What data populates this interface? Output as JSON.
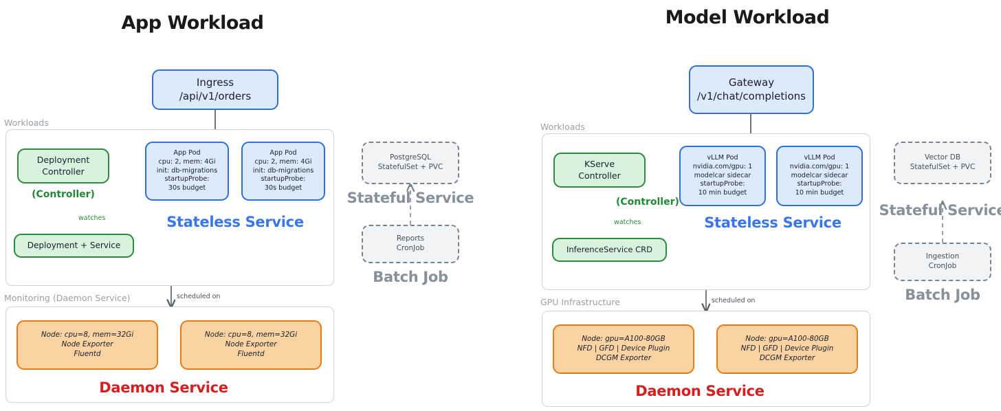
{
  "panels": [
    {
      "id": "app",
      "title": "App Workload",
      "entry": {
        "label": "Ingress\n/api/v1/orders"
      },
      "workloads_label": "Workloads",
      "controller": {
        "label": "Deployment\nController",
        "tag": "(Controller)"
      },
      "controller_edge_label": "watches",
      "crd": {
        "label": "Deployment + Service"
      },
      "pods": [
        {
          "label": "App Pod\ncpu: 2, mem: 4Gi\ninit: db-migrations\nstartupProbe:\n30s budget"
        },
        {
          "label": "App Pod\ncpu: 2, mem: 4Gi\ninit: db-migrations\nstartupProbe:\n30s budget"
        }
      ],
      "stateless_caption": "Stateless Service",
      "infra_label": "Monitoring (Daemon Service)",
      "scheduled_label": "scheduled on",
      "nodes": [
        {
          "label": "Node: cpu=8, mem=32Gi\nNode Exporter\nFluentd"
        },
        {
          "label": "Node: cpu=8, mem=32Gi\nNode Exporter\nFluentd"
        }
      ],
      "daemon_caption": "Daemon Service",
      "stateful": {
        "label": "PostgreSQL\nStatefulSet + PVC",
        "caption": "Stateful Service"
      },
      "batch": {
        "label": "Reports\nCronJob",
        "caption": "Batch Job"
      }
    },
    {
      "id": "model",
      "title": "Model Workload",
      "entry": {
        "label": "Gateway\n/v1/chat/completions"
      },
      "workloads_label": "Workloads",
      "controller": {
        "label": "KServe\nController",
        "tag": "(Controller)"
      },
      "controller_edge_label": "watches",
      "crd": {
        "label": "InferenceService CRD"
      },
      "pods": [
        {
          "label": "vLLM Pod\nnvidia.com/gpu: 1\nmodelcar sidecar\nstartupProbe:\n10 min budget"
        },
        {
          "label": "vLLM Pod\nnvidia.com/gpu: 1\nmodelcar sidecar\nstartupProbe:\n10 min budget"
        }
      ],
      "stateless_caption": "Stateless Service",
      "infra_label": "GPU Infrastructure",
      "scheduled_label": "scheduled on",
      "nodes": [
        {
          "label": "Node: gpu=A100-80GB\nNFD | GFD | Device Plugin\nDCGM Exporter"
        },
        {
          "label": "Node: gpu=A100-80GB\nNFD | GFD | Device Plugin\nDCGM Exporter"
        }
      ],
      "daemon_caption": "Daemon Service",
      "stateful": {
        "label": "Vector DB\nStatefulSet + PVC",
        "caption": "Stateful Service"
      },
      "batch": {
        "label": "Ingestion\nCronJob",
        "caption": "Batch Job"
      }
    }
  ],
  "colors": {
    "blue_fill": "#ddeafc",
    "blue_stroke": "#2f6fdb",
    "green_fill": "#d9f2de",
    "green_stroke": "#2a8a3e",
    "orange_fill": "#fbd3a3",
    "orange_stroke": "#e87b11",
    "dashed_fill": "#f1f3f4",
    "dashed_stroke": "#7b818c",
    "caption_blue": "#3b76e8",
    "caption_red": "#d42020",
    "caption_grey": "#8a9099",
    "group_border": "#cfd3d8",
    "group_label": "#9aa0a6",
    "title": "#1a1a1a",
    "arrow": "#555b63"
  }
}
